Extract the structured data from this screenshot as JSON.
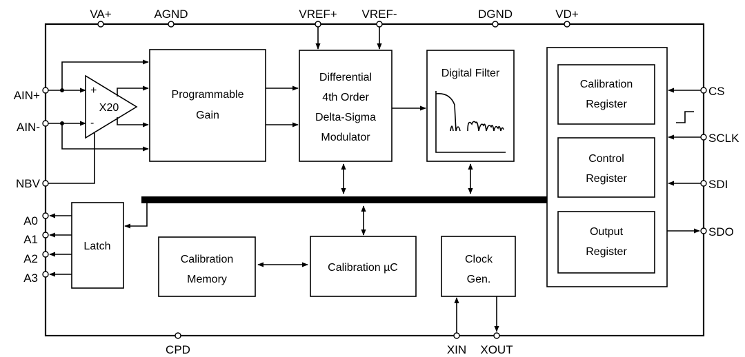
{
  "pins": {
    "va_plus": "VA+",
    "agnd": "AGND",
    "vref_plus": "VREF+",
    "vref_minus": "VREF-",
    "dgnd": "DGND",
    "vd_plus": "VD+",
    "ain_plus": "AIN+",
    "ain_minus": "AIN-",
    "nbv": "NBV",
    "a0": "A0",
    "a1": "A1",
    "a2": "A2",
    "a3": "A3",
    "cs": "CS",
    "sclk": "SCLK",
    "sdi": "SDI",
    "sdo": "SDO",
    "cpd": "CPD",
    "xin": "XIN",
    "xout": "XOUT"
  },
  "amp": {
    "label": "X20",
    "plus": "+",
    "minus": "-"
  },
  "blocks": {
    "gain": [
      "Programmable",
      "Gain"
    ],
    "modulator": [
      "Differential",
      "4th Order",
      "Delta-Sigma",
      "Modulator"
    ],
    "filter": "Digital Filter",
    "cal_register": [
      "Calibration",
      "Register"
    ],
    "control_register": [
      "Control",
      "Register"
    ],
    "output_register": [
      "Output",
      "Register"
    ],
    "latch": "Latch",
    "cal_memory": [
      "Calibration",
      "Memory"
    ],
    "cal_uc": "Calibration µC",
    "clock": [
      "Clock",
      "Gen."
    ]
  }
}
